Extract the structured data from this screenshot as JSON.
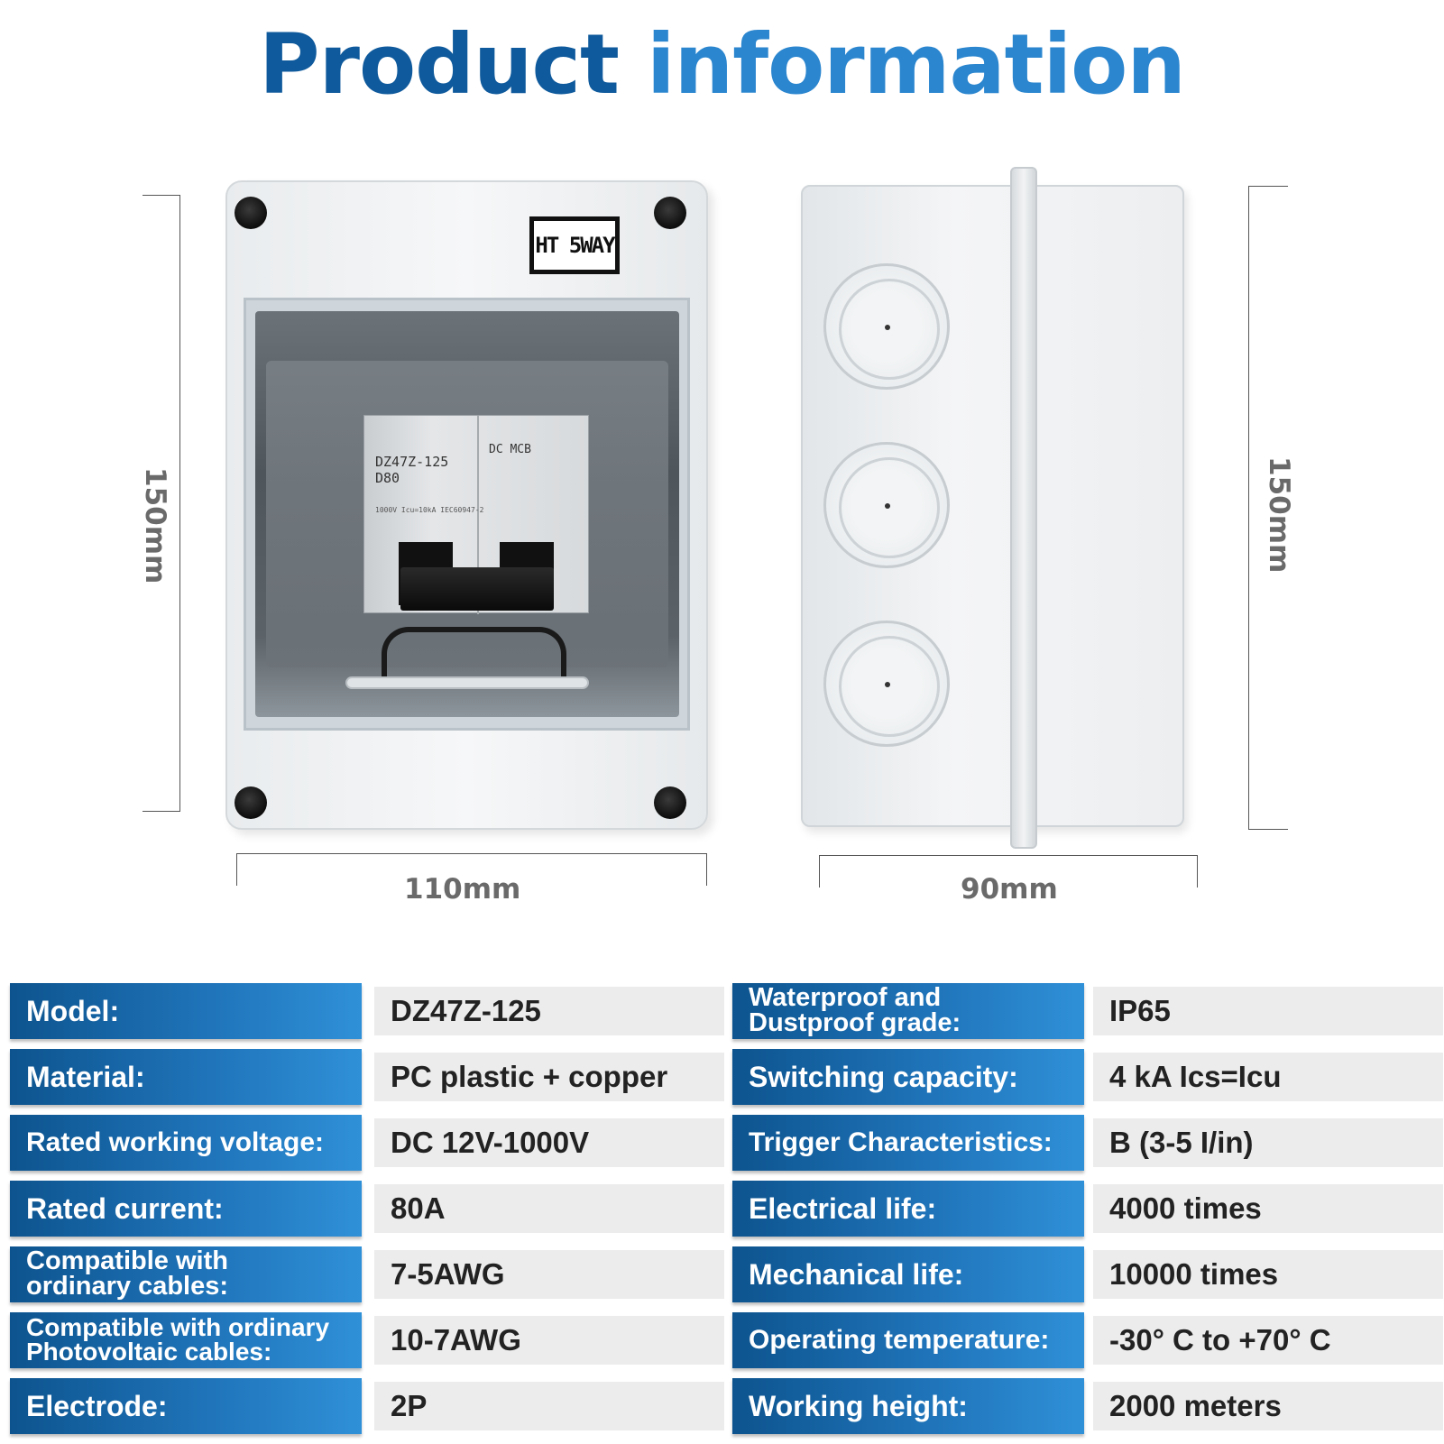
{
  "title": {
    "part1": "Product",
    "part2": "information"
  },
  "front_view": {
    "label_text": "HT 5WAY",
    "breaker_text": [
      "DZ47Z-125",
      "D80",
      "DC MCB"
    ],
    "breaker_small_text": "1000V  Icu=10kA  IEC60947-2"
  },
  "dimensions": {
    "front_height": "150mm",
    "front_width": "110mm",
    "side_height": "150mm",
    "side_depth": "90mm"
  },
  "specs_left": [
    {
      "label": "Model:",
      "value": "DZ47Z-125"
    },
    {
      "label": "Material:",
      "value": "PC plastic + copper"
    },
    {
      "label": "Rated working voltage:",
      "value": "DC 12V-1000V"
    },
    {
      "label": "Rated current:",
      "value": "80A"
    },
    {
      "label": "Compatible with ordinary cables:",
      "value": "7-5AWG"
    },
    {
      "label": "Compatible with ordinary Photovoltaic cables:",
      "value": "10-7AWG"
    },
    {
      "label": "Electrode:",
      "value": "2P"
    }
  ],
  "specs_right": [
    {
      "label": "Waterproof and Dustproof grade:",
      "value": "IP65"
    },
    {
      "label": "Switching capacity:",
      "value": "4 kA Ics=Icu"
    },
    {
      "label": "Trigger Characteristics:",
      "value": "B (3-5 I/in)"
    },
    {
      "label": "Electrical life:",
      "value": "4000 times"
    },
    {
      "label": "Mechanical life:",
      "value": "10000 times"
    },
    {
      "label": "Operating temperature:",
      "value": "-30°  C to +70°  C"
    },
    {
      "label": "Working height:",
      "value": "2000 meters"
    }
  ],
  "colors": {
    "title_dark": "#0f5a9c",
    "title_light": "#2b86cf",
    "label_bg": "#1f73b8",
    "value_bg": "#ececec"
  }
}
